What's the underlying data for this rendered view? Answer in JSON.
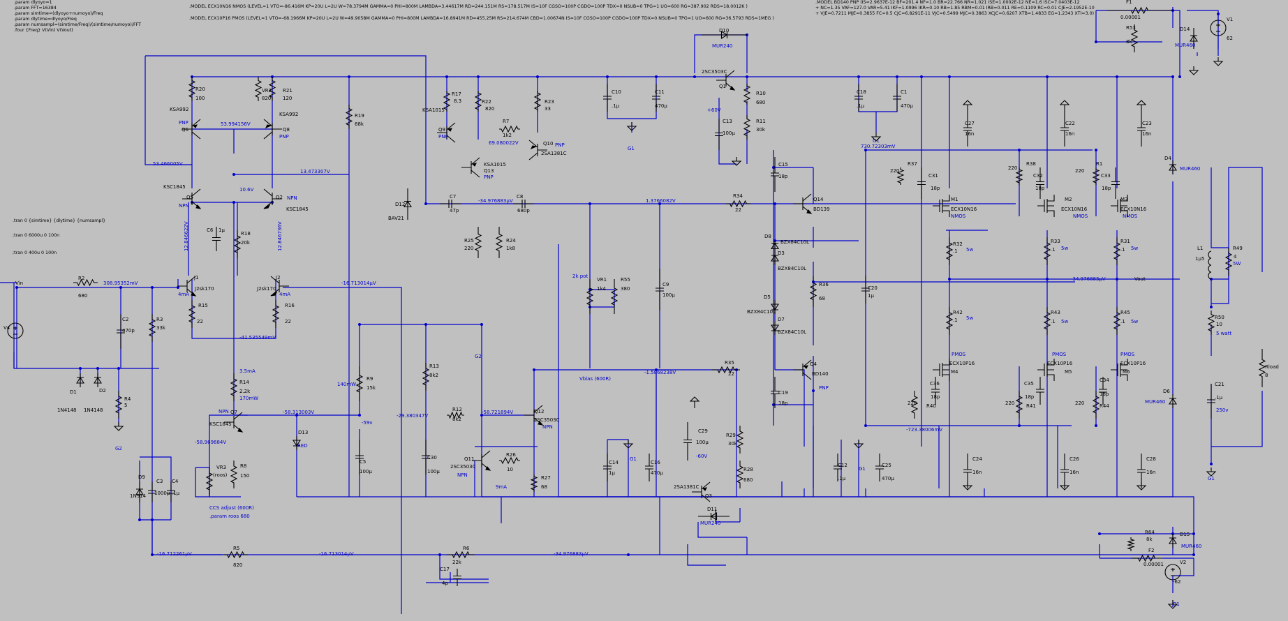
{
  "directives": {
    "params": [
      ".param dlyoyo=1",
      ".param FFT=16384",
      ".param simtime=(dlyoyo+numoyo)/Freq",
      ".param dlytime=dlyoyo/Freq",
      ".param numsampl=(simtime/Freq)/(simtime/numoyo)/FFT",
      ".four {Freq} V(Vin) V(Vout)"
    ],
    "models_mos": [
      ".MODEL ECX10N16 NMOS (LEVEL=1 VTO=-86.416M KP=20U L=2U W=78.3794M GAMMA=0 PHI=800M LAMBDA=3.44617M RD=244.151M RS=178.517M IS=10F CGSO=100P CGDO=100P TDX=0 NSUB=0 TPG=1 UO=600 RG=387.902 RDS=18.0012K )",
      ".MODEL ECX10P16 PMOS (LEVEL=1 VTO=-68.1966M KP=20U L=2U W=49.9058M GAMMA=0 PHI=800M LAMBDA=16.8941M RD=455.25M RS=214.674M CBD=1.00674N IS=10F CGSO=100P CGDO=100P TDX=0 NSUB=0 TPG=1 UO=600 RG=36.5793 RDS=1MEG )"
    ],
    "models_bjt": [
      ".MODEL BD140 PNP (IS=2.9637E-12 BF=201.4 NF=1.0 BR=22.766 NR=1.021 ISE=1.0002E-12 NE=1.6 ISC=7.0403E-12",
      "+ NC=1.35 VAF=127.0 VAR=5.41 IKF=1.0996 IKR=0.10 RB=1.85 RBM=0.01 IRB=0.011 RE=0.1109 RC=0.01 CJE=2.1952E-10",
      "+ VJE=0.7211 MJE=0.3855 FC=0.5 CJC=6.8291E-11 VJC=0.5499 MJC=0.3863 XCJC=0.6207 XTB=1.4833 EG=1.2343 XTI=3.0)"
    ],
    "tran": [
      ".tran 0 {simtime} {dlytime} {numsampl}",
      ";tran 0 6000u 0 100n",
      ";tran 0 400u 0 100n"
    ]
  },
  "labels": [
    {
      "id": "R20",
      "t": "R20"
    },
    {
      "id": "R20v",
      "t": "100"
    },
    {
      "id": "VR2",
      "t": "VR2"
    },
    {
      "id": "VR2v",
      "t": "820"
    },
    {
      "id": "R21",
      "t": "R21"
    },
    {
      "id": "R21v",
      "t": "120"
    },
    {
      "id": "Q6m",
      "t": "KSA992"
    },
    {
      "id": "Q6t",
      "t": "PNP"
    },
    {
      "id": "Q6",
      "t": "Q6"
    },
    {
      "id": "Q8m",
      "t": "KSA992"
    },
    {
      "id": "Q8",
      "t": "Q8"
    },
    {
      "id": "Q8t",
      "t": "PNP"
    },
    {
      "id": "R19",
      "t": "R19"
    },
    {
      "id": "R19v",
      "t": "68k"
    },
    {
      "id": "R17",
      "t": "R17"
    },
    {
      "id": "R17v",
      "t": "8.3"
    },
    {
      "id": "R22",
      "t": "R22"
    },
    {
      "id": "R22v",
      "t": "820"
    },
    {
      "id": "R23",
      "t": "R23"
    },
    {
      "id": "R23v",
      "t": "33"
    },
    {
      "id": "Q9m",
      "t": "KSA1015"
    },
    {
      "id": "Q9",
      "t": "Q9"
    },
    {
      "id": "Q9t",
      "t": "PNP"
    },
    {
      "id": "R7",
      "t": "R7"
    },
    {
      "id": "R7v",
      "t": "1k2"
    },
    {
      "id": "Q10",
      "t": "Q10"
    },
    {
      "id": "Q10t",
      "t": "PNP"
    },
    {
      "id": "Q10m",
      "t": "2SA1381C"
    },
    {
      "id": "Q13m",
      "t": "KSA1015"
    },
    {
      "id": "Q13",
      "t": "Q13"
    },
    {
      "id": "Q13t",
      "t": "PNP"
    },
    {
      "id": "C10",
      "t": "C10"
    },
    {
      "id": "C10v",
      "t": ".1µ"
    },
    {
      "id": "C11",
      "t": "C11"
    },
    {
      "id": "C11v",
      "t": "470µ"
    },
    {
      "id": "G1a",
      "t": "G1"
    },
    {
      "id": "D10",
      "t": "D10"
    },
    {
      "id": "D10m",
      "t": "MUR240"
    },
    {
      "id": "Q1m",
      "t": "2SC3503C"
    },
    {
      "id": "Q1",
      "t": "Q1"
    },
    {
      "id": "R10",
      "t": "R10"
    },
    {
      "id": "R10v",
      "t": "680"
    },
    {
      "id": "v60",
      "t": "+60V"
    },
    {
      "id": "C13",
      "t": "C13"
    },
    {
      "id": "C13v",
      "t": "100µ"
    },
    {
      "id": "R11",
      "t": "R11"
    },
    {
      "id": "R11v",
      "t": "30k"
    },
    {
      "id": "C18",
      "t": "C18"
    },
    {
      "id": "C18v",
      "t": ".1µ"
    },
    {
      "id": "C1",
      "t": "C1"
    },
    {
      "id": "C1v",
      "t": "470µ"
    },
    {
      "id": "G1b",
      "t": "G1"
    },
    {
      "id": "F1",
      "t": "F1"
    },
    {
      "id": "F1v",
      "t": "0.00001"
    },
    {
      "id": "R53",
      "t": "R53"
    },
    {
      "id": "R53v",
      "t": "8k"
    },
    {
      "id": "D14",
      "t": "D14"
    },
    {
      "id": "D14m",
      "t": "MUR460"
    },
    {
      "id": "V1",
      "t": "V1"
    },
    {
      "id": "V1v",
      "t": "62"
    },
    {
      "id": "C27",
      "t": "C27"
    },
    {
      "id": "C27v",
      "t": "16n"
    },
    {
      "id": "C22",
      "t": "C22"
    },
    {
      "id": "C22v",
      "t": "16n"
    },
    {
      "id": "C23",
      "t": "C23"
    },
    {
      "id": "C23v",
      "t": "16n"
    },
    {
      "id": "D4",
      "t": "D4"
    },
    {
      "id": "D4m",
      "t": "MUR460"
    },
    {
      "id": "Q5m",
      "t": "KSC1845"
    },
    {
      "id": "Q5",
      "t": "Q5"
    },
    {
      "id": "Q5t",
      "t": "NPN"
    },
    {
      "id": "Q2",
      "t": "Q2"
    },
    {
      "id": "Q2t",
      "t": "NPN"
    },
    {
      "id": "Q2m",
      "t": "KSC1845"
    },
    {
      "id": "C6",
      "t": "C6"
    },
    {
      "id": "C6v",
      "t": "1µ"
    },
    {
      "id": "R18",
      "t": "R18"
    },
    {
      "id": "R18v",
      "t": "20k"
    },
    {
      "id": "D12",
      "t": "D12"
    },
    {
      "id": "D12m",
      "t": "BAV21"
    },
    {
      "id": "C7",
      "t": "C7"
    },
    {
      "id": "C7v",
      "t": "47p"
    },
    {
      "id": "C8",
      "t": "C8"
    },
    {
      "id": "C8v",
      "t": "680p"
    },
    {
      "id": "R25",
      "t": "R25"
    },
    {
      "id": "R25v",
      "t": "220"
    },
    {
      "id": "R24",
      "t": "R24"
    },
    {
      "id": "R24v",
      "t": "1k8"
    },
    {
      "id": "R34",
      "t": "R34"
    },
    {
      "id": "R34v",
      "t": "22"
    },
    {
      "id": "C15",
      "t": "C15"
    },
    {
      "id": "C15v",
      "t": "18p"
    },
    {
      "id": "Q14",
      "t": "Q14"
    },
    {
      "id": "Q14m",
      "t": "BD139"
    },
    {
      "id": "R37",
      "t": "R37"
    },
    {
      "id": "R37a",
      "t": "220"
    },
    {
      "id": "C31",
      "t": "C31"
    },
    {
      "id": "C31v",
      "t": "18p"
    },
    {
      "id": "M1",
      "t": "M1"
    },
    {
      "id": "M1m",
      "t": "ECX10N16"
    },
    {
      "id": "M1t",
      "t": "NMOS"
    },
    {
      "id": "R38",
      "t": "R38"
    },
    {
      "id": "R38a",
      "t": "220"
    },
    {
      "id": "C32",
      "t": "C32"
    },
    {
      "id": "C32v",
      "t": "18p"
    },
    {
      "id": "M2",
      "t": "M2"
    },
    {
      "id": "M2m",
      "t": "ECX10N16"
    },
    {
      "id": "M2t",
      "t": "NMOS"
    },
    {
      "id": "R1",
      "t": "R1"
    },
    {
      "id": "R1a",
      "t": "220"
    },
    {
      "id": "C33",
      "t": "C33"
    },
    {
      "id": "C33v",
      "t": "18p"
    },
    {
      "id": "M3",
      "t": "M3"
    },
    {
      "id": "M3m",
      "t": "ECX10N16"
    },
    {
      "id": "M3t",
      "t": "NMOS"
    },
    {
      "id": "D8",
      "t": "D8"
    },
    {
      "id": "D8m",
      "t": "BZX84C10L"
    },
    {
      "id": "D3",
      "t": "D3"
    },
    {
      "id": "D3m",
      "t": "BZX84C10L"
    },
    {
      "id": "D5",
      "t": "D5"
    },
    {
      "id": "D5m",
      "t": "BZX84C10L"
    },
    {
      "id": "D7",
      "t": "D7"
    },
    {
      "id": "D7m",
      "t": "BZX84C10L"
    },
    {
      "id": "R36",
      "t": "R36"
    },
    {
      "id": "R36v",
      "t": "68"
    },
    {
      "id": "C20",
      "t": "C20"
    },
    {
      "id": "C20v",
      "t": "1µ"
    },
    {
      "id": "R32",
      "t": "R32"
    },
    {
      "id": "R32v",
      "t": ".1"
    },
    {
      "id": "R32w",
      "t": "5w"
    },
    {
      "id": "R33",
      "t": "R33"
    },
    {
      "id": "R33v",
      "t": ".1"
    },
    {
      "id": "R33w",
      "t": "5w"
    },
    {
      "id": "R31",
      "t": "R31"
    },
    {
      "id": "R31v",
      "t": ".1"
    },
    {
      "id": "R31w",
      "t": "5w"
    },
    {
      "id": "L1",
      "t": "L1"
    },
    {
      "id": "L1v",
      "t": "1µ5"
    },
    {
      "id": "R49",
      "t": "R49"
    },
    {
      "id": "R49v",
      "t": "4"
    },
    {
      "id": "R49w",
      "t": "5W"
    },
    {
      "id": "Vout",
      "t": "Vout"
    },
    {
      "id": "Vin",
      "t": "Vin"
    },
    {
      "id": "R2",
      "t": "R2"
    },
    {
      "id": "R2v",
      "t": "680"
    },
    {
      "id": "J1",
      "t": "J1"
    },
    {
      "id": "J1m",
      "t": "J2sk170"
    },
    {
      "id": "J1i",
      "t": "4mA"
    },
    {
      "id": "J2",
      "t": "J2"
    },
    {
      "id": "J2m",
      "t": "J2sk170"
    },
    {
      "id": "J2i",
      "t": "4mA"
    },
    {
      "id": "R15",
      "t": "R15"
    },
    {
      "id": "R15v",
      "t": "22"
    },
    {
      "id": "R16",
      "t": "R16"
    },
    {
      "id": "R16v",
      "t": "22"
    },
    {
      "id": "C2",
      "t": "C2"
    },
    {
      "id": "C2v",
      "t": "470p"
    },
    {
      "id": "R3",
      "t": "R3"
    },
    {
      "id": "R3v",
      "t": "33k"
    },
    {
      "id": "V4",
      "t": "V4"
    },
    {
      "id": "VR1",
      "t": "VR1"
    },
    {
      "id": "VR1v",
      "t": "1k4"
    },
    {
      "id": "VR1p",
      "t": "2k pot"
    },
    {
      "id": "R55",
      "t": "R55"
    },
    {
      "id": "R55v",
      "t": "380"
    },
    {
      "id": "C9",
      "t": "C9"
    },
    {
      "id": "C9v",
      "t": "100µ"
    },
    {
      "id": "R42",
      "t": "R42"
    },
    {
      "id": "R42v",
      "t": ".1"
    },
    {
      "id": "R42w",
      "t": "5w"
    },
    {
      "id": "R43",
      "t": "R43"
    },
    {
      "id": "R43v",
      "t": ".1"
    },
    {
      "id": "R43w",
      "t": "5w"
    },
    {
      "id": "R45",
      "t": "R45"
    },
    {
      "id": "R45v",
      "t": ".1"
    },
    {
      "id": "R45w",
      "t": "5w"
    },
    {
      "id": "R50",
      "t": "R50"
    },
    {
      "id": "R50v",
      "t": "10"
    },
    {
      "id": "R50w",
      "t": "5 watt"
    },
    {
      "id": "D1",
      "t": "D1"
    },
    {
      "id": "D1m",
      "t": "1N4148"
    },
    {
      "id": "D2",
      "t": "D2"
    },
    {
      "id": "D2m",
      "t": "1N4148"
    },
    {
      "id": "R4",
      "t": "R4"
    },
    {
      "id": "R4v",
      "t": "5"
    },
    {
      "id": "G2a",
      "t": "G2"
    },
    {
      "id": "G2b",
      "t": "G2"
    },
    {
      "id": "R14",
      "t": "R14"
    },
    {
      "id": "R14v",
      "t": "2.2k"
    },
    {
      "id": "i35",
      "t": "3.5mA"
    },
    {
      "id": "R9",
      "t": "R9"
    },
    {
      "id": "R9v",
      "t": "15k"
    },
    {
      "id": "R13",
      "t": "R13"
    },
    {
      "id": "R13v",
      "t": "8k2"
    },
    {
      "id": "Vbias",
      "t": "Vbias (600R)"
    },
    {
      "id": "R35",
      "t": "R35"
    },
    {
      "id": "R35v",
      "t": "22"
    },
    {
      "id": "Q4",
      "t": "Q4"
    },
    {
      "id": "Q4m",
      "t": "BD140"
    },
    {
      "id": "Q4t",
      "t": "PNP"
    },
    {
      "id": "C19",
      "t": "C19"
    },
    {
      "id": "C19v",
      "t": "18p"
    },
    {
      "id": "PMOSa",
      "t": "PMOS"
    },
    {
      "id": "M4m",
      "t": "ECX10P16"
    },
    {
      "id": "M4",
      "t": "M4"
    },
    {
      "id": "PMOSb",
      "t": "PMOS"
    },
    {
      "id": "M5m",
      "t": "ECX10P16"
    },
    {
      "id": "M5",
      "t": "M5"
    },
    {
      "id": "PMOSc",
      "t": "PMOS"
    },
    {
      "id": "M6m",
      "t": "ECX10P16"
    },
    {
      "id": "M6",
      "t": "M6"
    },
    {
      "id": "C36",
      "t": "C36"
    },
    {
      "id": "C36v",
      "t": "18p"
    },
    {
      "id": "R40",
      "t": "R40"
    },
    {
      "id": "R40a",
      "t": "220"
    },
    {
      "id": "C35",
      "t": "C35"
    },
    {
      "id": "C35v",
      "t": "18p"
    },
    {
      "id": "R41",
      "t": "R41"
    },
    {
      "id": "R41a",
      "t": "220"
    },
    {
      "id": "C34",
      "t": "C34"
    },
    {
      "id": "C34v",
      "t": "18p"
    },
    {
      "id": "R44",
      "t": "R44"
    },
    {
      "id": "R44a",
      "t": "220"
    },
    {
      "id": "D6",
      "t": "D6"
    },
    {
      "id": "D6m",
      "t": "MUR460"
    },
    {
      "id": "C21",
      "t": "C21"
    },
    {
      "id": "C21v",
      "t": ".1µ"
    },
    {
      "id": "C21w",
      "t": "250v"
    },
    {
      "id": "Rload",
      "t": "Rload"
    },
    {
      "id": "Rloadv",
      "t": "8"
    },
    {
      "id": "Q7",
      "t": "Q7"
    },
    {
      "id": "Q7t",
      "t": "NPN"
    },
    {
      "id": "Q7m",
      "t": "KSC1845"
    },
    {
      "id": "D13",
      "t": "D13"
    },
    {
      "id": "D13m",
      "t": "RED"
    },
    {
      "id": "C5",
      "t": "C5"
    },
    {
      "id": "C5v",
      "t": "100µ"
    },
    {
      "id": "R12",
      "t": "R12"
    },
    {
      "id": "R12v",
      "t": "8k2"
    },
    {
      "id": "Q12",
      "t": "Q12"
    },
    {
      "id": "Q12m",
      "t": "2SC3503C"
    },
    {
      "id": "Q12t",
      "t": "NPN"
    },
    {
      "id": "C30",
      "t": "C30"
    },
    {
      "id": "C30v",
      "t": "100µ"
    },
    {
      "id": "Q11",
      "t": "Q11"
    },
    {
      "id": "Q11m",
      "t": "2SC3503C"
    },
    {
      "id": "Q11t",
      "t": "NPN"
    },
    {
      "id": "R26",
      "t": "R26"
    },
    {
      "id": "R26v",
      "t": "10"
    },
    {
      "id": "R27",
      "t": "R27"
    },
    {
      "id": "R27v",
      "t": "68"
    },
    {
      "id": "i9",
      "t": "9mA"
    },
    {
      "id": "C14",
      "t": "C14"
    },
    {
      "id": "C14v",
      "t": "1µ"
    },
    {
      "id": "C16",
      "t": "C16"
    },
    {
      "id": "C16v",
      "t": "470µ"
    },
    {
      "id": "G1c",
      "t": "G1"
    },
    {
      "id": "C29",
      "t": "C29"
    },
    {
      "id": "C29v",
      "t": "100µ"
    },
    {
      "id": "R29",
      "t": "R29"
    },
    {
      "id": "R29v",
      "t": "30k"
    },
    {
      "id": "v60n",
      "t": "-60V"
    },
    {
      "id": "R28",
      "t": "R28"
    },
    {
      "id": "R28v",
      "t": "680"
    },
    {
      "id": "Q3m",
      "t": "2SA1381C"
    },
    {
      "id": "Q3",
      "t": "Q3"
    },
    {
      "id": "D11",
      "t": "D11"
    },
    {
      "id": "D11m",
      "t": "MUR240"
    },
    {
      "id": "C12",
      "t": "C12"
    },
    {
      "id": "C12v",
      "t": ".1µ"
    },
    {
      "id": "G1d",
      "t": "G1"
    },
    {
      "id": "C25",
      "t": "C25"
    },
    {
      "id": "C25v",
      "t": "470µ"
    },
    {
      "id": "C24",
      "t": "C24"
    },
    {
      "id": "C24v",
      "t": "16n"
    },
    {
      "id": "C26",
      "t": "C26"
    },
    {
      "id": "C26v",
      "t": "16n"
    },
    {
      "id": "C28",
      "t": "C28"
    },
    {
      "id": "C28v",
      "t": "16n"
    },
    {
      "id": "G1e",
      "t": "G1"
    },
    {
      "id": "R64",
      "t": "R64"
    },
    {
      "id": "R64v",
      "t": "8k"
    },
    {
      "id": "F2",
      "t": "F2"
    },
    {
      "id": "F2v",
      "t": "0.00001"
    },
    {
      "id": "D15",
      "t": "D15"
    },
    {
      "id": "D15m",
      "t": "MUR460"
    },
    {
      "id": "V2",
      "t": "V2"
    },
    {
      "id": "V2v",
      "t": "-62"
    },
    {
      "id": "G1f",
      "t": "G1"
    },
    {
      "id": "D9",
      "t": "D9"
    },
    {
      "id": "D9m",
      "t": "1N914"
    },
    {
      "id": "C3",
      "t": "C3"
    },
    {
      "id": "C3v",
      "t": "1000µ"
    },
    {
      "id": "C4",
      "t": "C4"
    },
    {
      "id": "C4v",
      "t": ".1µ"
    },
    {
      "id": "VR3",
      "t": "VR3"
    },
    {
      "id": "VR3v",
      "t": "(roos)"
    },
    {
      "id": "R8",
      "t": "R8"
    },
    {
      "id": "R8v",
      "t": "150"
    },
    {
      "id": "CCS",
      "t": "CCS adjust (600R)"
    },
    {
      "id": "roos",
      "t": ".param roos 680"
    },
    {
      "id": "R5",
      "t": "R5"
    },
    {
      "id": "R5v",
      "t": "820"
    },
    {
      "id": "R6",
      "t": "R6"
    },
    {
      "id": "R6v",
      "t": "22k"
    },
    {
      "id": "C17",
      "t": "C17"
    },
    {
      "id": "C17v",
      "t": "4p"
    }
  ],
  "node_voltages": [
    {
      "id": "n1",
      "t": "53.994156V"
    },
    {
      "id": "n2",
      "t": "69.080022V"
    },
    {
      "id": "n3",
      "t": "53.466005V"
    },
    {
      "id": "n4",
      "t": "13.473307V"
    },
    {
      "id": "n5",
      "t": "10.6V"
    },
    {
      "id": "n6",
      "t": "-34.976883µV"
    },
    {
      "id": "n7",
      "t": "1.3766082V"
    },
    {
      "id": "n8",
      "t": "730.72303mV"
    },
    {
      "id": "n9",
      "t": "12.846622V"
    },
    {
      "id": "n10",
      "t": "12.846736V"
    },
    {
      "id": "n11",
      "t": "308.95352mV"
    },
    {
      "id": "n12",
      "t": "-16.713014µV"
    },
    {
      "id": "n13",
      "t": "-34.976883µV"
    },
    {
      "id": "n14",
      "t": "-41.535549mV"
    },
    {
      "id": "n15",
      "t": "-1.5868238V"
    },
    {
      "id": "n16",
      "t": "140mW"
    },
    {
      "id": "n17",
      "t": "170mW"
    },
    {
      "id": "n18",
      "t": "-58.313003V"
    },
    {
      "id": "n19",
      "t": "-59v"
    },
    {
      "id": "n20",
      "t": "-29.380347V"
    },
    {
      "id": "n21",
      "t": "-58.721894V"
    },
    {
      "id": "n22",
      "t": "-723.38006mV"
    },
    {
      "id": "n23",
      "t": "-58.969684V"
    },
    {
      "id": "n24",
      "t": "-16.712261µV"
    },
    {
      "id": "n25",
      "t": "-16.713014µV"
    },
    {
      "id": "n26",
      "t": "-34.976883µV"
    }
  ]
}
